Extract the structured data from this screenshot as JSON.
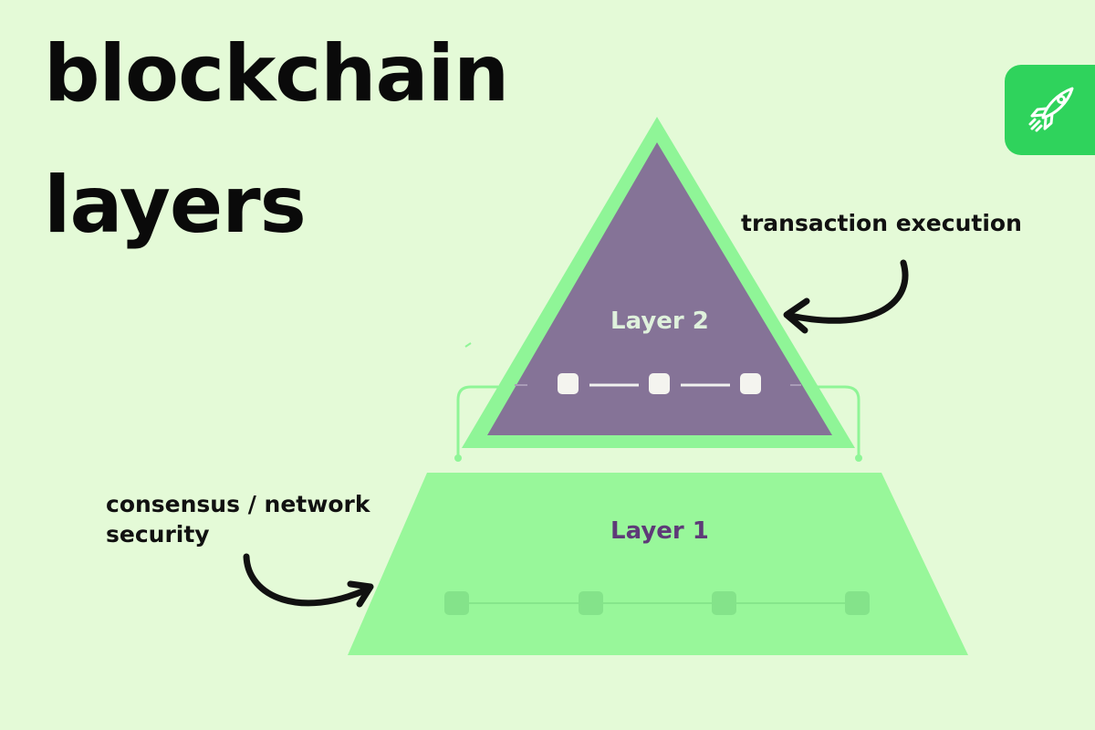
{
  "title": {
    "line1": "blockchain",
    "line2": "layers"
  },
  "logo": {
    "icon": "rocket-icon",
    "color": "#2fd35c"
  },
  "diagram": {
    "layer2": {
      "label": "Layer 2",
      "fill": "#857397",
      "node_count": 3
    },
    "layer1": {
      "label": "Layer 1",
      "fill": "#98f79a",
      "node_count": 4
    },
    "outline_color": "#8ff597"
  },
  "annotations": {
    "top": "transaction execution",
    "bottom_line1": "consensus / network",
    "bottom_line2": "security"
  }
}
